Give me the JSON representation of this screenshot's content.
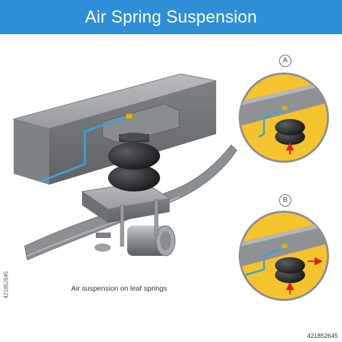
{
  "header": {
    "title": "Air Spring Suspension",
    "color": "#2f8fd6"
  },
  "caption": "Air suspension on leaf springs",
  "callouts": [
    {
      "label": "A",
      "ring_color": "#8e8e8e",
      "fill": "#f5c42c"
    },
    {
      "label": "B",
      "ring_color": "#8e8e8e",
      "fill": "#f5c42c"
    }
  ],
  "colors": {
    "frame": "#8f9294",
    "air_line": "#3aa0e0",
    "bellows": "#2a2c2e",
    "arrow": "#e02020",
    "fitting": "#d4b21a"
  },
  "stock": {
    "id": "421852645",
    "side_id": "421852645"
  }
}
